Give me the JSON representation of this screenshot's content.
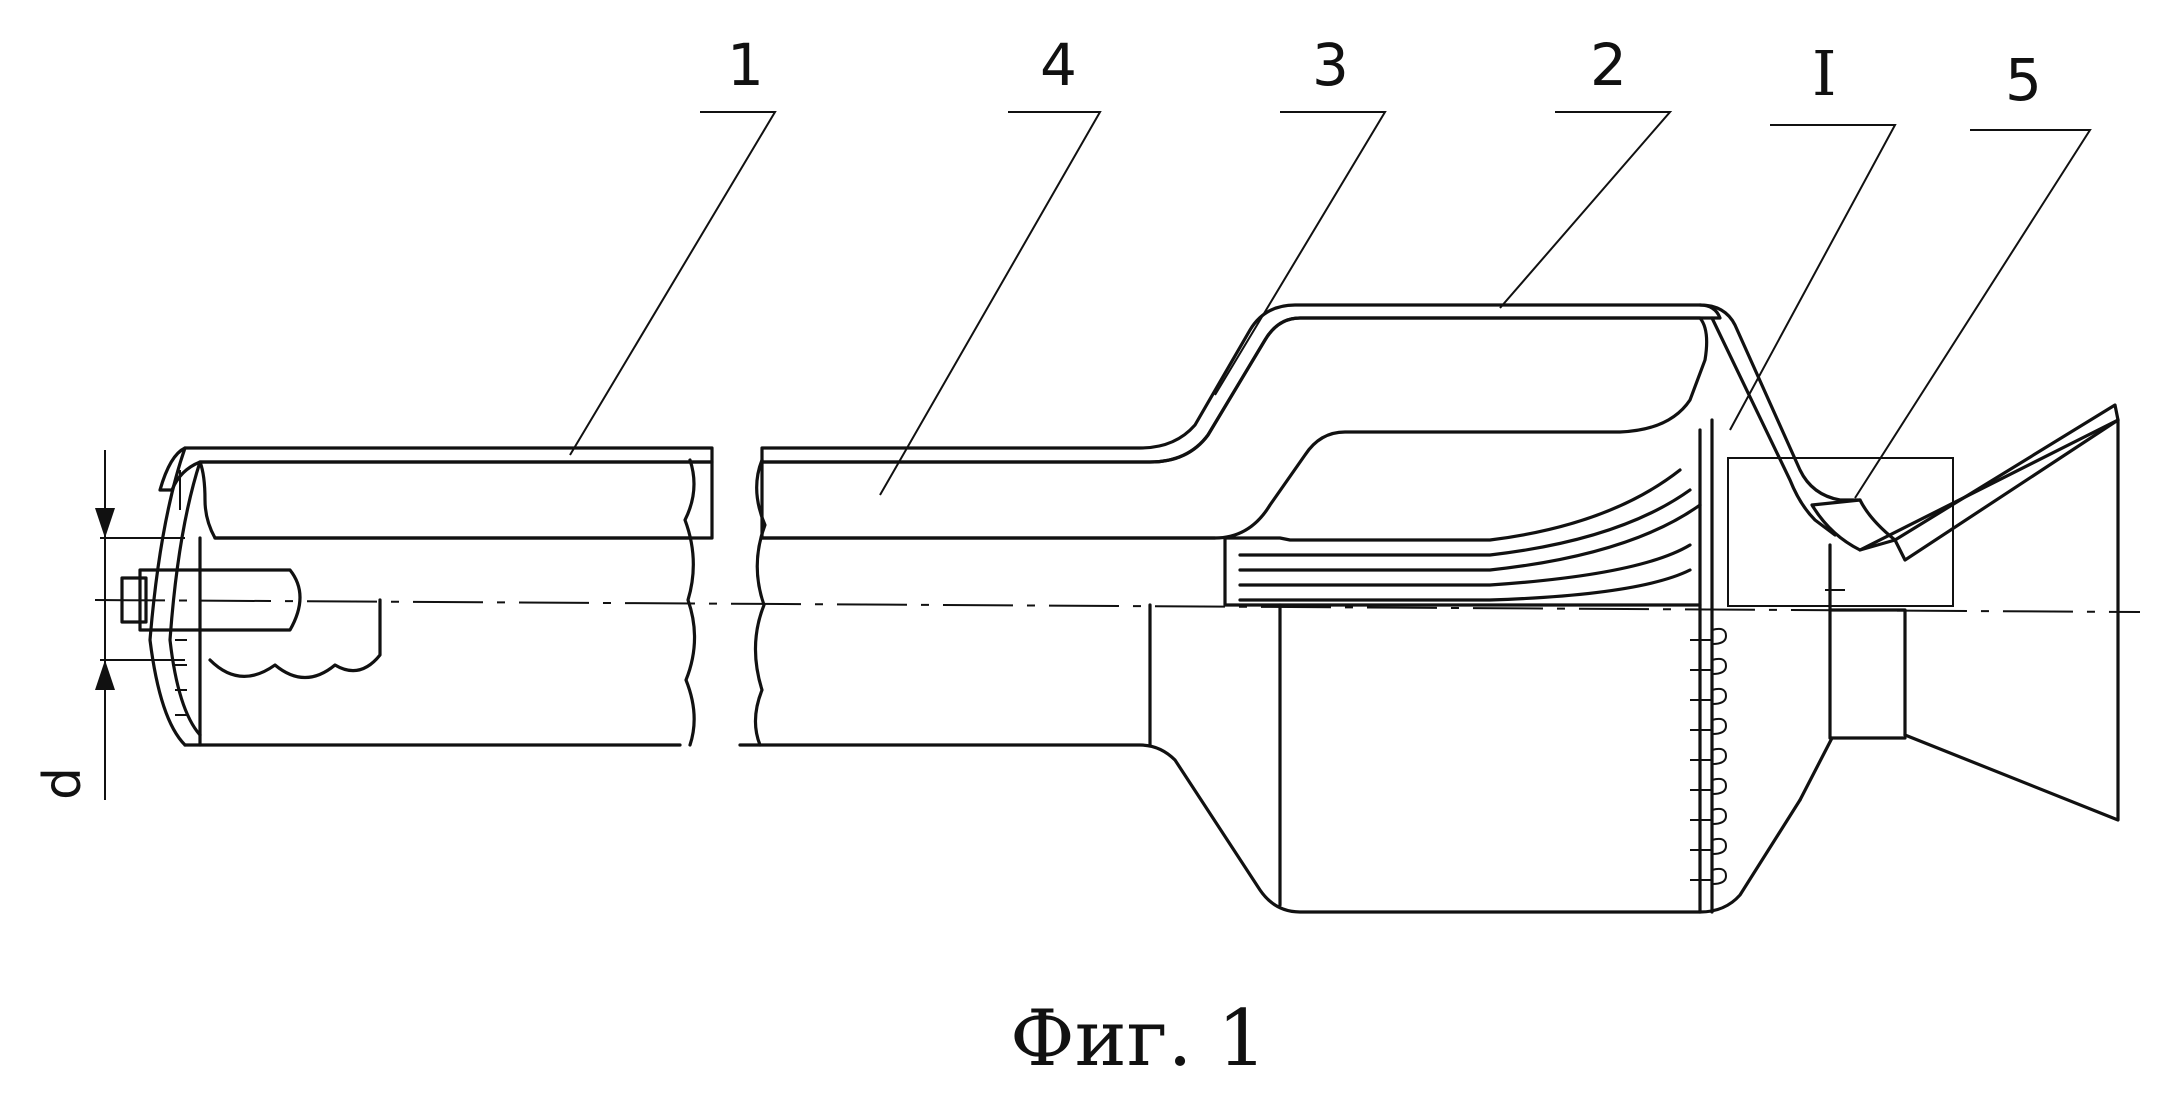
{
  "figure": {
    "caption": "Фиг. 1",
    "callouts": [
      "1",
      "4",
      "3",
      "2",
      "I",
      "5"
    ],
    "dimension_label": "d"
  },
  "colors": {
    "ink": "#111111",
    "paper": "#ffffff"
  }
}
